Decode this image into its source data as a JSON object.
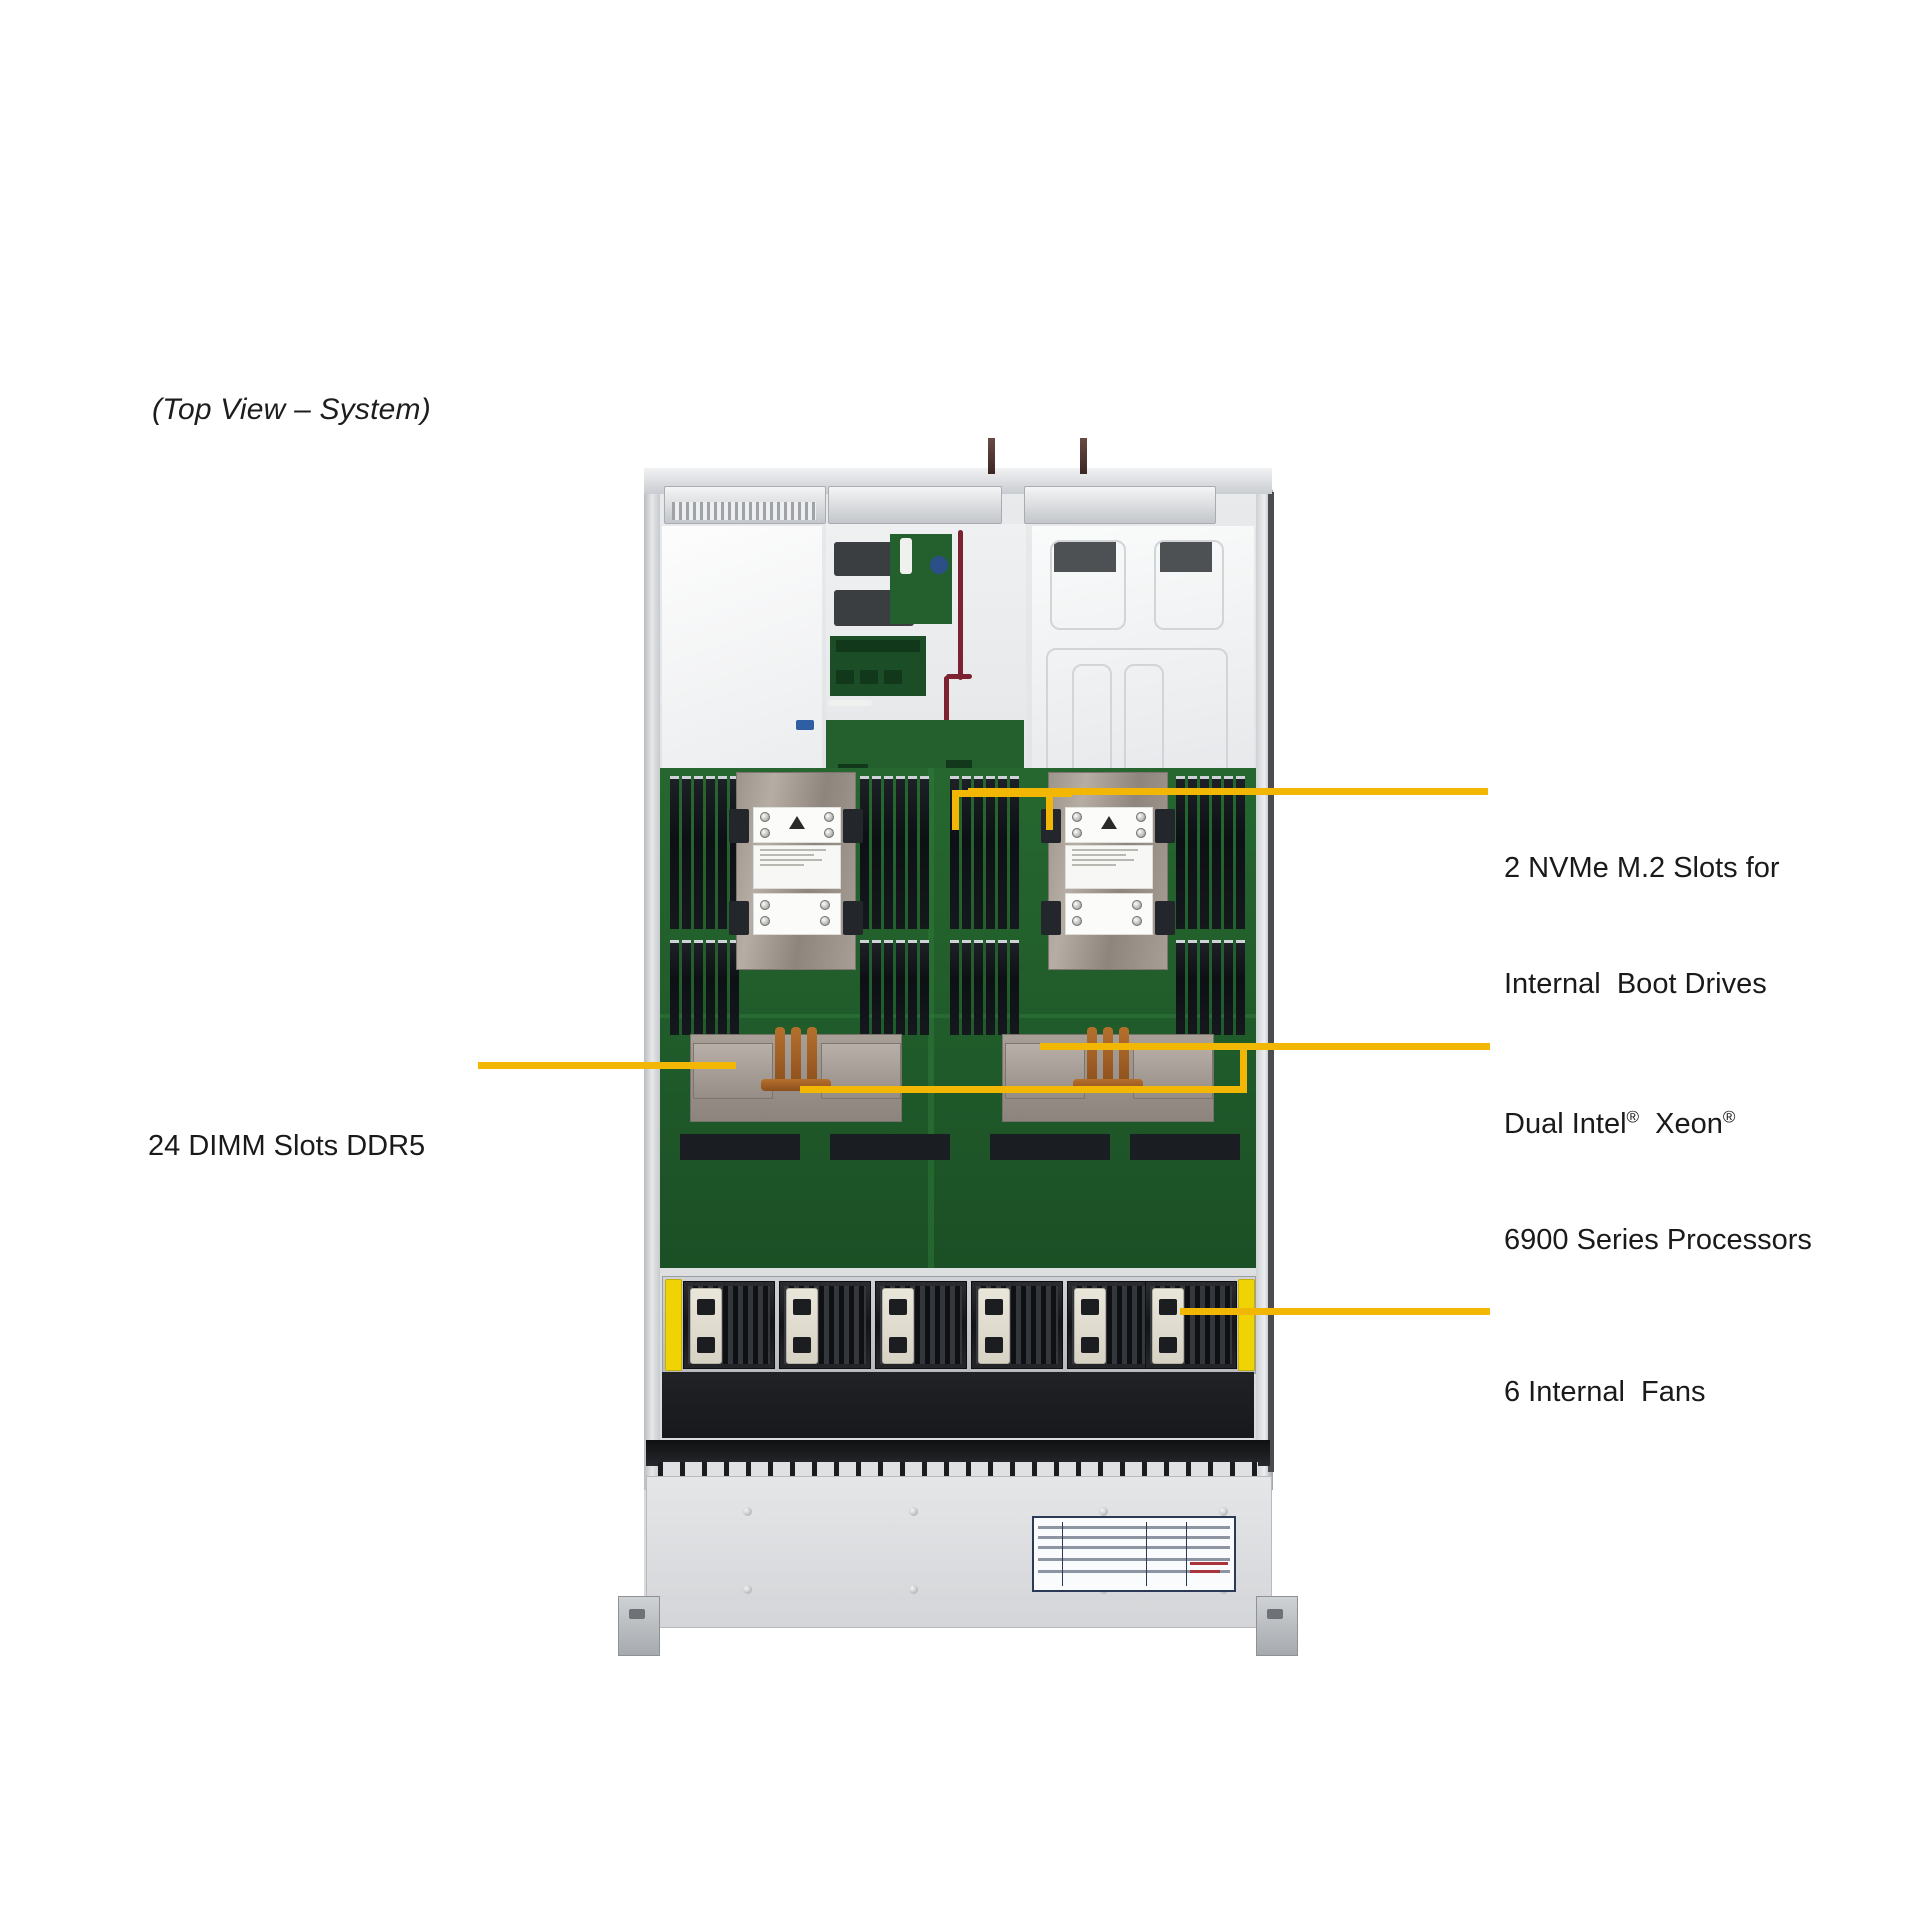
{
  "title": "(Top View – System)",
  "colors": {
    "leader_yellow": "#f2b705",
    "fan_latch_yellow": "#efd305",
    "pcb_green": "#23602e",
    "text": "#1a1a1a"
  },
  "callouts": [
    {
      "id": "nvme-m2",
      "side": "right",
      "line1": "2 NVMe M.2 Slots for",
      "line2": "Internal  Boot Drives",
      "target": "m2-slots"
    },
    {
      "id": "processors",
      "side": "right",
      "line1_pre": "Dual Intel",
      "line1_sup1": "®",
      "line1_mid": "  Xeon",
      "line1_sup2": "®",
      "line2": "6900 Series Processors",
      "target": "cpu-heatsinks"
    },
    {
      "id": "fans",
      "side": "right",
      "line1": "6 Internal  Fans",
      "target": "fan-wall"
    },
    {
      "id": "dimm-slots",
      "side": "left",
      "line1": "24 DIMM Slots DDR5",
      "target": "dimm-banks"
    }
  ],
  "hardware": {
    "cpu_count": 2,
    "dimm_slot_count": 24,
    "fan_count": 6,
    "m2_slot_count": 2
  }
}
